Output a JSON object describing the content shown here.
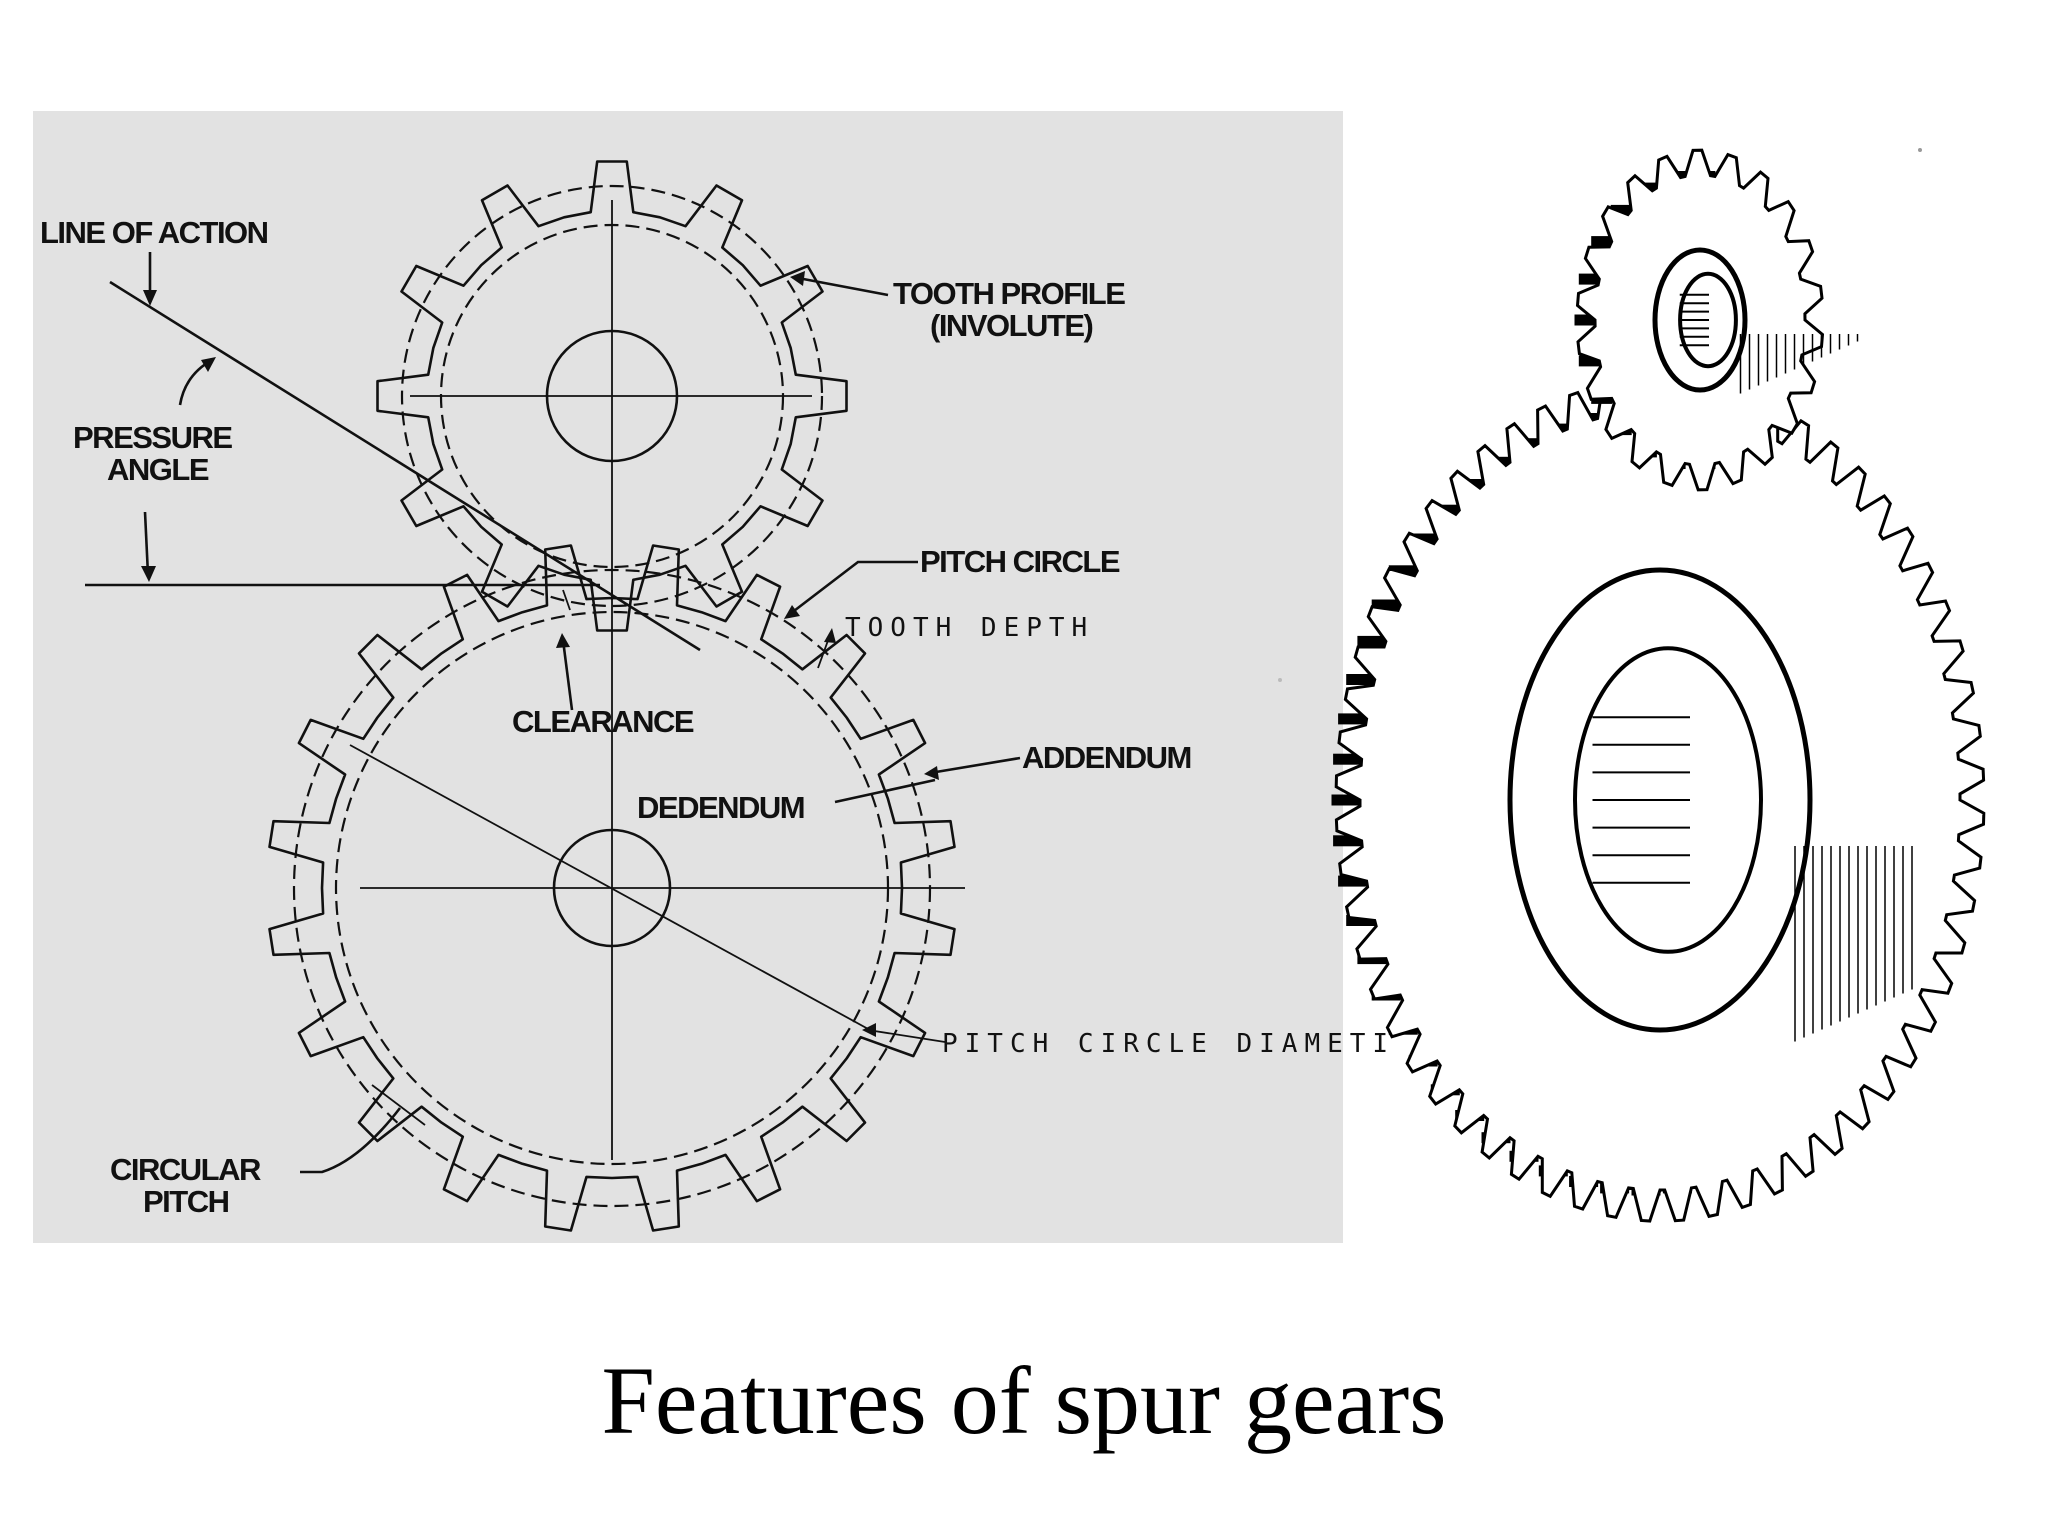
{
  "title": "Features of spur gears",
  "labels": {
    "line_of_action": "LINE OF ACTION",
    "pressure_angle_1": "PRESSURE",
    "pressure_angle_2": "ANGLE",
    "tooth_profile_1": "TOOTH PROFILE",
    "tooth_profile_2": "(INVOLUTE)",
    "pitch_circle": "PITCH CIRCLE",
    "tooth_depth": "TOOTH DEPTH",
    "clearance": "CLEARANCE",
    "addendum": "ADDENDUM",
    "dedendum": "DEDENDUM",
    "pitch_circle_diameter": "PITCH CIRCLE DIAMETI",
    "circular_pitch_1": "CIRCULAR",
    "circular_pitch_2": "PITCH"
  },
  "colors": {
    "diagram_background": "#e2e2e2",
    "ink": "#111111"
  }
}
